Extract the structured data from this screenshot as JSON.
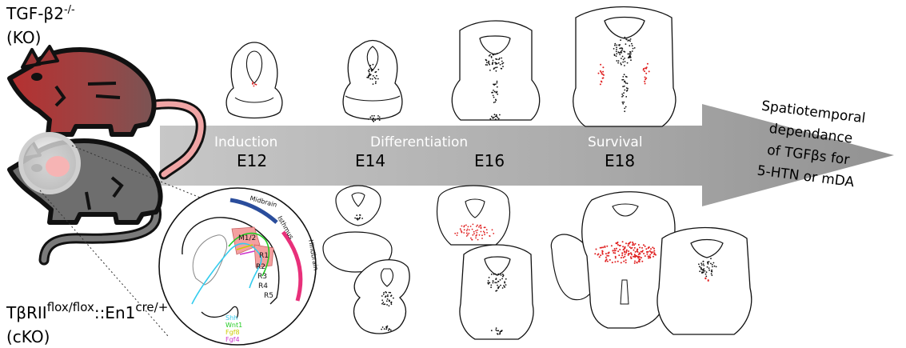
{
  "labels": {
    "ko_line1": "TGF-β2",
    "ko_sup": "-/-",
    "ko_line2": "(KO)",
    "cko_base": "TβRII",
    "cko_sup1": "flox/flox",
    "cko_mid": "::En1",
    "cko_sup2": "cre/+",
    "cko_line2": "(cKO)"
  },
  "timeline": {
    "stages": [
      "Induction",
      "Differentiation",
      "Survival"
    ],
    "days": [
      "E12",
      "E14",
      "E16",
      "E18"
    ]
  },
  "conclusion": [
    "Spatiotemporal",
    "dependance",
    "of TGFβs for",
    "5-HTN or mDA"
  ],
  "inset": {
    "regions": [
      "Midbrain",
      "Isthmus",
      "Hindbrain"
    ],
    "segments": [
      "M1/2",
      "R1",
      "R2",
      "R3",
      "R4",
      "R5"
    ],
    "legend": [
      {
        "label": "Shh",
        "color": "#33ccee"
      },
      {
        "label": "Wnt1",
        "color": "#22cc22"
      },
      {
        "label": "Fgf8",
        "color": "#cccc00"
      },
      {
        "label": "Fgf4",
        "color": "#cc33cc"
      }
    ]
  },
  "colors": {
    "arrow": "#b4b4b4",
    "ko_mouse": "#9c3535",
    "cko_mouse": "#6e6e6e",
    "tail_pink": "#f0a5a5",
    "neuron_black": "#111111",
    "neuron_red": "#e02020",
    "midbrain_bar": "#2a4d9c",
    "hindbrain_bar": "#e8307a"
  }
}
